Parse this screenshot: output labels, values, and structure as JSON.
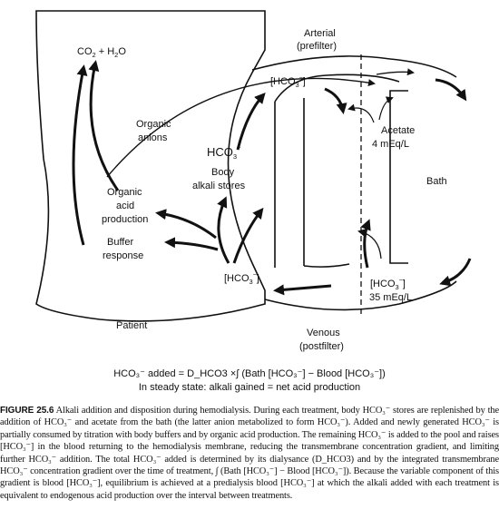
{
  "labels": {
    "co2_h2o": "CO",
    "co2_h2o_sub": "2",
    "co2_h2o_rest": " + H",
    "co2_h2o_sub2": "2",
    "co2_h2o_end": "O",
    "arterial": "Arterial",
    "prefilter": "(prefilter)",
    "hco3_top": "[HCO",
    "hco3_top_sub": "3",
    "hco3_top_sup": "−",
    "hco3_top_end": "]",
    "organic": "Organic",
    "anions": "anions",
    "acetate": "Acetate",
    "acetate_conc": "4 mEq/L",
    "hco3_body": "HCO",
    "hco3_body_sub": "3",
    "hco3_body_sup": "−",
    "body": "Body",
    "alkali_stores": "alkali stores",
    "organic_acid_1": "Organic",
    "organic_acid_2": "acid",
    "organic_acid_3": "production",
    "bath": "Bath",
    "buffer_1": "Buffer",
    "buffer_2": "response",
    "hco3_bottom": "[HCO",
    "hco3_bottom_sub": "3",
    "hco3_bottom_sup": "−",
    "hco3_bottom_end": "]",
    "hco3_bath": "[HCO",
    "hco3_bath_sub": "3",
    "hco3_bath_sup": "−",
    "hco3_bath_end": "]",
    "bath_conc": "35 mEq/L",
    "patient": "Patient",
    "venous": "Venous",
    "postfilter": "(postfilter)"
  },
  "equation": {
    "line1": "HCO₃⁻ added = D_HCO3 ×∫ (Bath [HCO₃⁻] − Blood [HCO₃⁻])",
    "line2": "In steady state: alkali gained = net acid production"
  },
  "caption": {
    "label": "FIGURE 25.6",
    "text": "Alkali addition and disposition during hemodialysis. During each treatment, body HCO₃⁻ stores are replenished by the addition of HCO₃⁻ and acetate from the bath (the latter anion metabolized to form HCO₃⁻). Added and newly generated HCO₃⁻ is partially consumed by titration with body buffers and by organic acid production. The remaining HCO₃⁻ is added to the pool and raises [HCO₃⁻] in the blood returning to the hemodialysis membrane, reducing the transmembrane concentration gradient, and limiting further HCO₃⁻ addition. The total HCO₃⁻ added is determined by its dialysance (D_HCO3) and by the integrated transmembrane HCO₃⁻ concentration gradient over the time of treatment, ∫ (Bath [HCO₃⁻] − Blood [HCO₃⁻]). Because the variable component of this gradient is blood [HCO₃⁻], equilibrium is achieved at a predialysis blood [HCO₃⁻] at which the alkali added with each treatment is equivalent to endogenous acid production over the interval between treatments."
  }
}
